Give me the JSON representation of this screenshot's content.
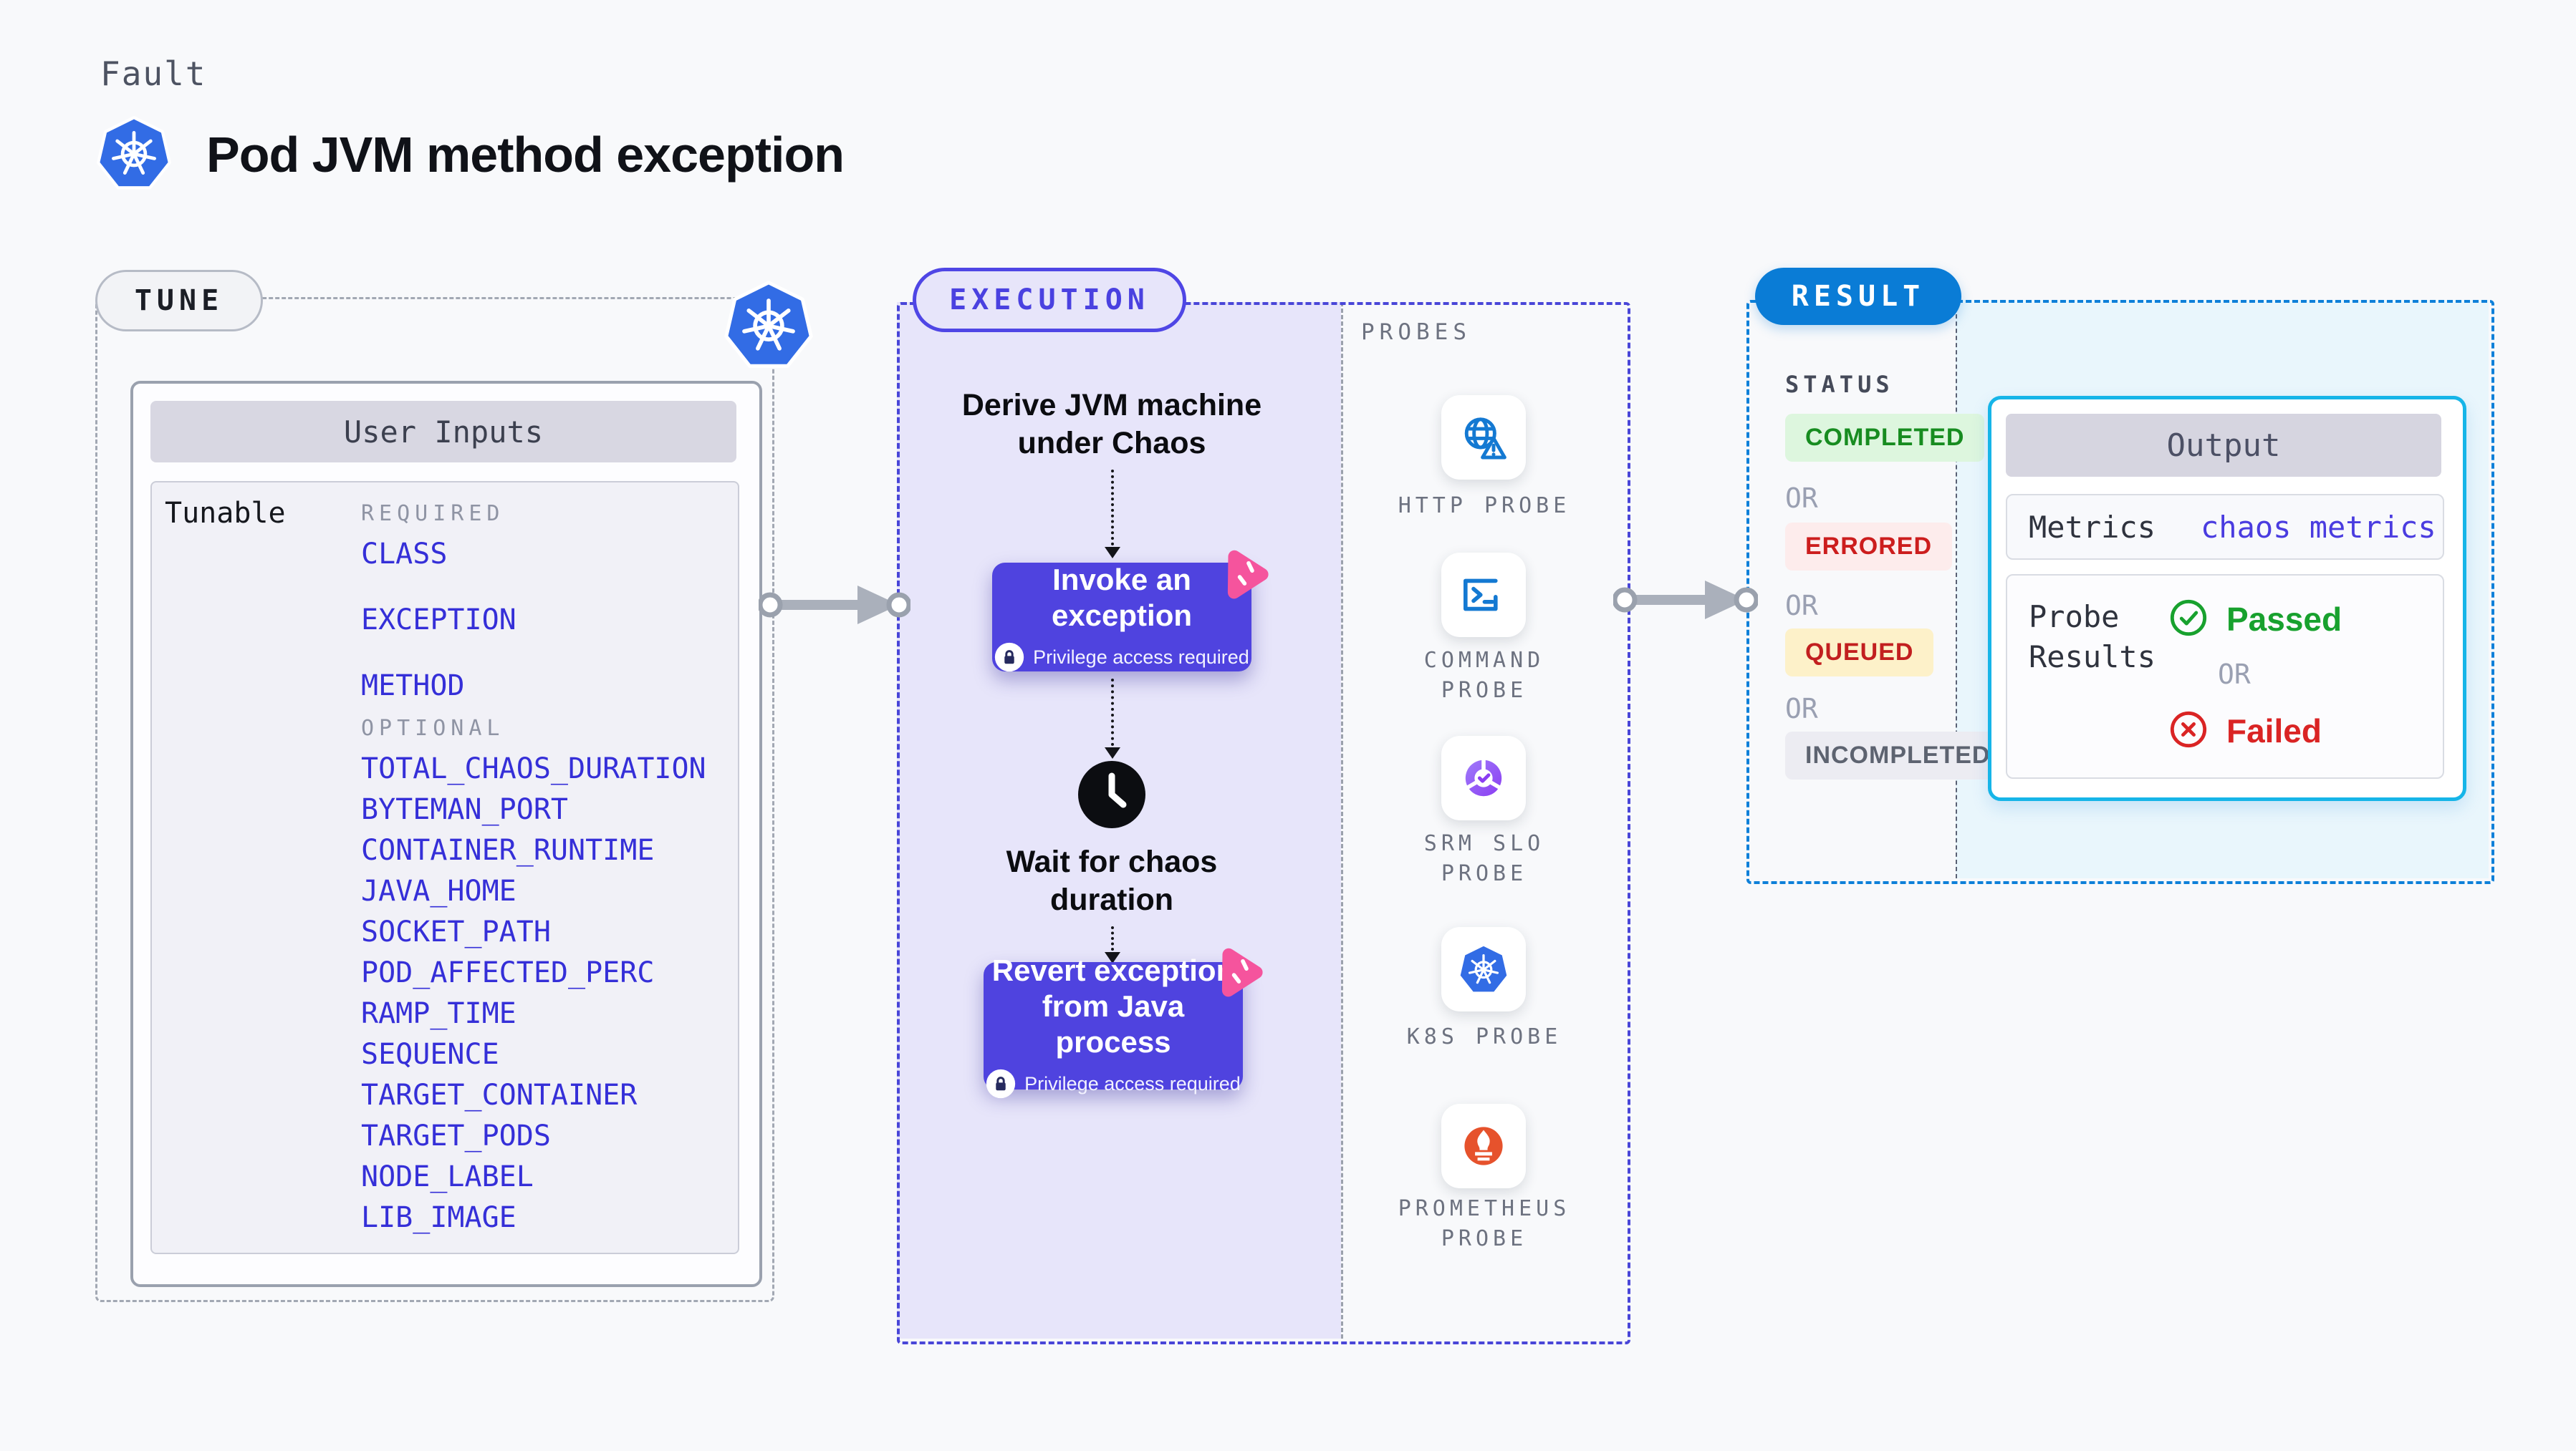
{
  "page": {
    "eyebrow": "Fault",
    "title": "Pod JVM method exception"
  },
  "tune": {
    "badge": "TUNE",
    "panel_title": "User Inputs",
    "row_label": "Tunable",
    "required_label": "REQUIRED",
    "optional_label": "OPTIONAL",
    "required_params": [
      "CLASS",
      "EXCEPTION",
      "METHOD"
    ],
    "optional_params": [
      "TOTAL_CHAOS_DURATION",
      "BYTEMAN_PORT",
      "CONTAINER_RUNTIME",
      "JAVA_HOME",
      "SOCKET_PATH",
      "POD_AFFECTED_PERC",
      "RAMP_TIME",
      "SEQUENCE",
      "TARGET_CONTAINER",
      "TARGET_PODS",
      "NODE_LABEL",
      "LIB_IMAGE"
    ]
  },
  "execution": {
    "badge": "EXECUTION",
    "derive_lines": [
      "Derive JVM machine",
      "under Chaos"
    ],
    "invoke": {
      "title": "Invoke an exception",
      "subtitle": "Privilege access required",
      "lock_icon": "lock-icon",
      "corner_icon": "chaos-pink-icon"
    },
    "wait_lines": [
      "Wait for chaos",
      "duration"
    ],
    "wait_icon": "clock-icon",
    "revert": {
      "lines": [
        "Revert exception",
        "from Java process"
      ],
      "subtitle": "Privilege access required",
      "lock_icon": "lock-icon",
      "corner_icon": "chaos-pink-icon"
    }
  },
  "probes": {
    "heading": "PROBES",
    "items": [
      {
        "label": "HTTP PROBE",
        "icon": "globe-alert-icon"
      },
      {
        "label": "COMMAND PROBE",
        "icon": "terminal-icon"
      },
      {
        "label": "SRM SLO PROBE",
        "icon": "slo-donut-icon"
      },
      {
        "label": "K8S PROBE",
        "icon": "kubernetes-icon"
      },
      {
        "label": "PROMETHEUS PROBE",
        "icon": "prometheus-flame-icon"
      }
    ]
  },
  "result": {
    "badge": "RESULT",
    "status_label": "STATUS",
    "or_label": "OR",
    "statuses": [
      {
        "label": "COMPLETED",
        "text_color": "#178c20",
        "bg": "#ddf6de"
      },
      {
        "label": "ERRORED",
        "text_color": "#cc1d1d",
        "bg": "#fdecec"
      },
      {
        "label": "QUEUED",
        "text_color": "#c21f1f",
        "bg": "#fdf1c9"
      },
      {
        "label": "INCOMPLETED",
        "text_color": "#5d6370",
        "bg": "#ececf2"
      }
    ],
    "output": {
      "title": "Output",
      "metrics_label": "Metrics",
      "metrics_value": "chaos metrics",
      "probe_results_lines": [
        "Probe",
        "Results"
      ],
      "passed_label": "Passed",
      "passed_icon": "check-circle-icon",
      "or_label": "OR",
      "failed_label": "Failed",
      "failed_icon": "x-circle-icon"
    }
  },
  "colors": {
    "page_bg": "#f8f9fb",
    "kubernetes_blue": "#326ce5",
    "link_blue": "#352fd8",
    "execution_indigo": "#4f46e5",
    "execution_fill": "#e7e5fa",
    "node_indigo": "#4f43df",
    "chaos_pink": "#f5549d",
    "result_blue": "#0a7cd6",
    "result_fill": "#e9f6fc",
    "output_border": "#16b5e8",
    "passed_green": "#18a12e",
    "failed_red": "#da2424",
    "prometheus_orange": "#e6522c"
  }
}
